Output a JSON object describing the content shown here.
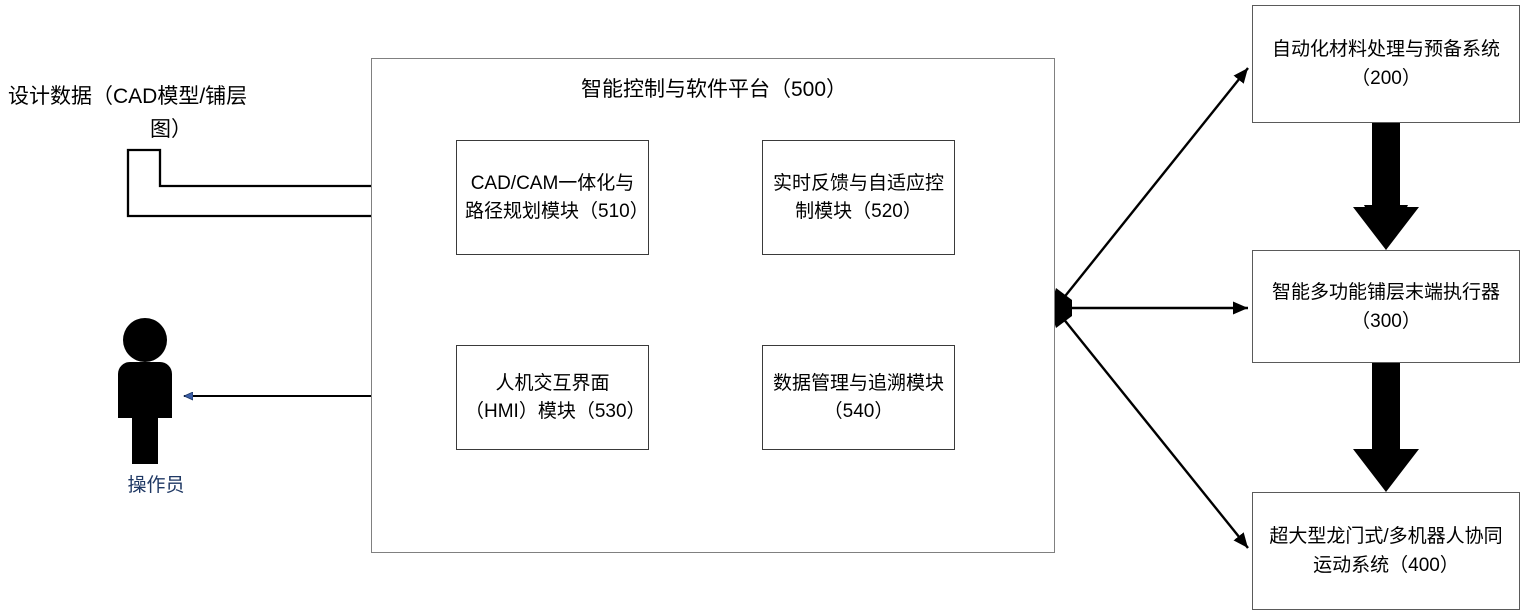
{
  "diagram": {
    "title_present": false,
    "colors": {
      "stroke": "#000000",
      "box_border": "#5a5a5a",
      "platform_border": "#808080",
      "operator_label": "#1f3864",
      "thin_arrow_head": "#3b5ea8",
      "background": "#ffffff"
    }
  },
  "inputs": {
    "design_data_line1": "设计数据（CAD模型/铺层",
    "design_data_line2": "图）"
  },
  "actor": {
    "label": "操作员",
    "icon": "person-icon"
  },
  "platform": {
    "title": "智能控制与软件平台（500）",
    "modules": [
      {
        "id": "510",
        "label": "CAD/CAM一体化与路径规划模块（510）"
      },
      {
        "id": "520",
        "label": "实时反馈与自适应控制模块（520）"
      },
      {
        "id": "530",
        "label": "人机交互界面（HMI）模块（530）"
      },
      {
        "id": "540",
        "label": "数据管理与追溯模块（540）"
      }
    ]
  },
  "subsystems": [
    {
      "id": "200",
      "label": "自动化材料处理与预备系统（200）"
    },
    {
      "id": "300",
      "label": "智能多功能铺层末端执行器（300）"
    },
    {
      "id": "400",
      "label": "超大型龙门式/多机器人协同运动系统（400）"
    }
  ],
  "connections": [
    {
      "name": "design-data-to-cadcam",
      "style": "hollow-block-arrow",
      "direction": "right"
    },
    {
      "name": "operator-to-hmi",
      "style": "thin-line",
      "direction": "both"
    },
    {
      "name": "mod510-mod520",
      "style": "thick-block-arrow",
      "direction": "both"
    },
    {
      "name": "mod530-mod540",
      "style": "thick-block-arrow",
      "direction": "both"
    },
    {
      "name": "mod510-mod530",
      "style": "thick-block-arrow",
      "direction": "both"
    },
    {
      "name": "mod520-mod540",
      "style": "thick-block-arrow",
      "direction": "both"
    },
    {
      "name": "platform-to-subsystem-200",
      "style": "thin-line-arrow",
      "direction": "right"
    },
    {
      "name": "platform-to-subsystem-300",
      "style": "thin-line-arrow",
      "direction": "right"
    },
    {
      "name": "platform-to-subsystem-400",
      "style": "thin-line-arrow",
      "direction": "right"
    },
    {
      "name": "subsystem-200-to-300",
      "style": "thick-block-arrow",
      "direction": "down"
    },
    {
      "name": "subsystem-300-to-400",
      "style": "thick-block-arrow",
      "direction": "down"
    }
  ]
}
